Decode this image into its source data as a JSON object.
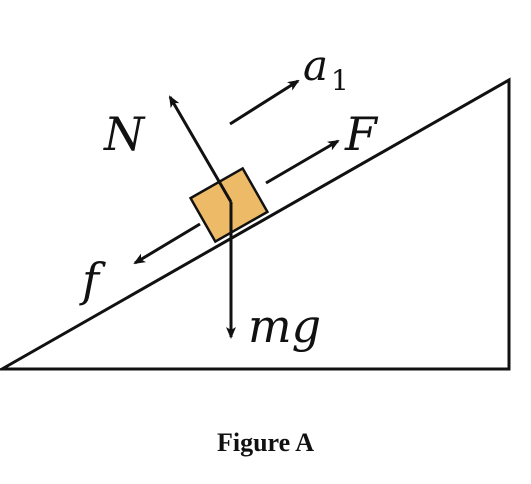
{
  "labels": {
    "normal": "N",
    "accel_main": "a",
    "accel_sub": "1",
    "applied": "F",
    "friction": "f",
    "weight": "mg"
  },
  "caption": "Figure A",
  "colors": {
    "block_fill": "#EDBA68",
    "stroke": "#111111",
    "text": "#111111",
    "background": "#FFFFFF"
  }
}
